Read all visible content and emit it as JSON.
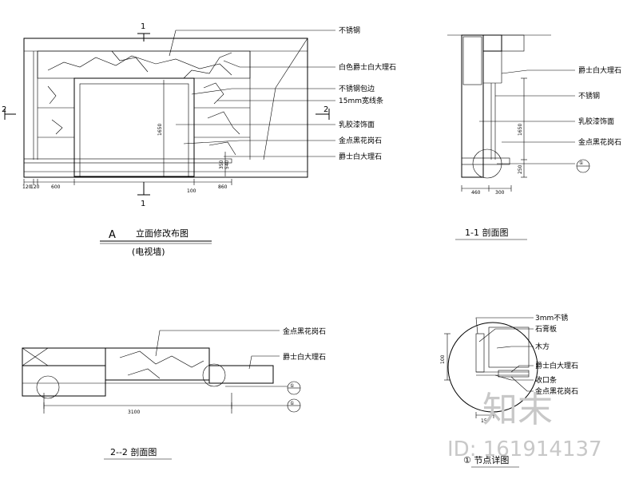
{
  "elevation_a": {
    "section_mark_top": "1",
    "section_mark_bottom": "1",
    "section_mark_left": "2",
    "section_mark_right": "2",
    "labels": [
      "不锈钢",
      "白色爵士白大理石",
      "不锈钢包边",
      "15mm宽线条",
      "乳胶漆饰面",
      "金点黑花岗石",
      "爵士白大理石"
    ],
    "dims": [
      "120",
      "120",
      "600",
      "1650",
      "350",
      "540",
      "100",
      "860"
    ],
    "title_letter": "A",
    "title": "立面修改布图",
    "subtitle": "(电视墙)"
  },
  "section_1_1": {
    "labels": [
      "爵士白大理石",
      "不锈钢",
      "乳胶漆饰面",
      "金点黑花岗石"
    ],
    "dims": [
      "1650",
      "250",
      "460",
      "300"
    ],
    "callout": "①",
    "title": "1-1 剖面图"
  },
  "section_2_2": {
    "labels": [
      "金点黑花岗石",
      "爵士白大理石"
    ],
    "dims": [
      "3100"
    ],
    "callouts": [
      "①",
      "①"
    ],
    "title": "2--2 剖面图"
  },
  "detail": {
    "labels": [
      "3mm不锈",
      "石膏板",
      "木方",
      "爵士白大理石",
      "收口条",
      "金点黑花岗石"
    ],
    "dims": [
      "100",
      "15"
    ],
    "title": "① 节点详图"
  },
  "watermark": {
    "brand": "知末",
    "id_text": "ID: 161914137"
  }
}
